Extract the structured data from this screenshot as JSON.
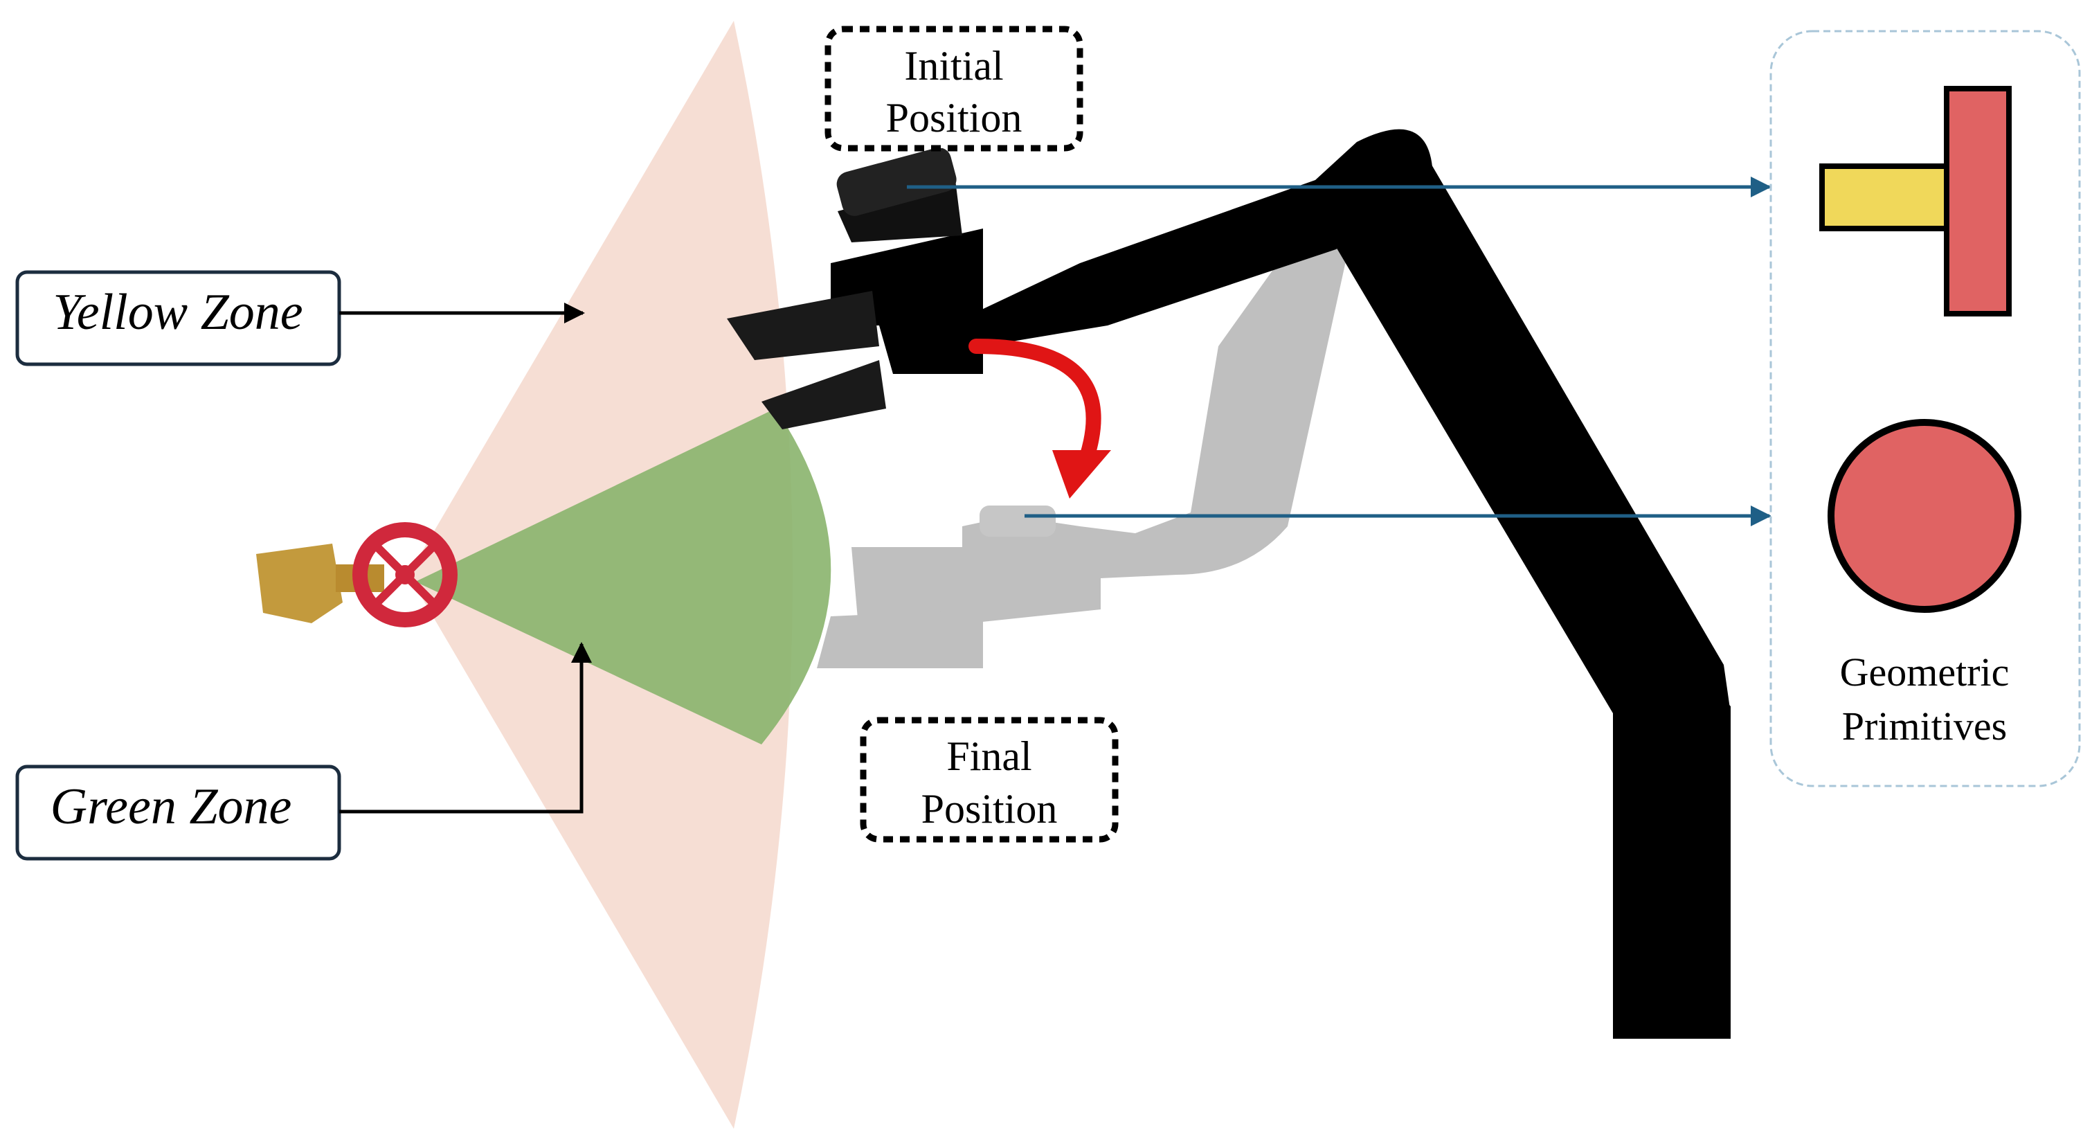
{
  "labels": {
    "yellow_zone": "Yellow Zone",
    "green_zone": "Green Zone",
    "initial_position_line1": "Initial",
    "initial_position_line2": "Position",
    "final_position_line1": "Final",
    "final_position_line2": "Position",
    "primitives_line1": "Geometric",
    "primitives_line2": "Primitives"
  },
  "colors": {
    "yellow_zone_fill": "#f3d3c6",
    "green_zone_fill": "#8ab46d",
    "arm_initial": "#000000",
    "arm_final": "#b4b4b4",
    "link_arrow": "#1f5f86",
    "rotation_arrow": "#e01515",
    "primitive_yellow": "#f0d85a",
    "primitive_red": "#e06363",
    "panel_border": "#a9c6d8",
    "valve_handle": "#d0283c",
    "valve_body": "#c39a3d"
  },
  "icons": {
    "valve": "gate-valve-icon",
    "rotation": "curved-arrow-icon",
    "camera": "camera-icon"
  }
}
